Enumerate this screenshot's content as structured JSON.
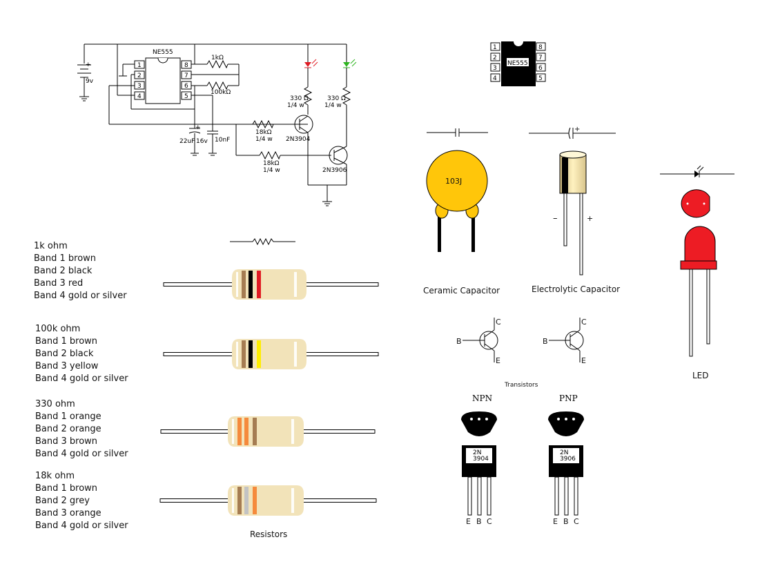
{
  "schematic": {
    "ic_label": "NE555",
    "pins_left": [
      "1",
      "2",
      "3",
      "4"
    ],
    "pins_right": [
      "8",
      "7",
      "6",
      "5"
    ],
    "battery": "9v",
    "plus": "+",
    "r_1k": "1kΩ",
    "r_100k": "100kΩ",
    "r_330_a": "330 Ω",
    "r_330_a2": "1/4 w",
    "r_330_b": "330 Ω",
    "r_330_b2": "1/4 w",
    "r_18k_a": "18kΩ",
    "r_18k_a2": "1/4 w",
    "r_18k_b": "18kΩ",
    "r_18k_b2": "1/4 w",
    "q_npn": "2N3904",
    "q_pnp": "2N3906",
    "c_22": "22uF",
    "c_16": "16v",
    "c_10n": "10nF",
    "led_colors": {
      "red": "#e01b24",
      "green": "#2db51f"
    }
  },
  "ic_part": {
    "label": "NE555",
    "pins_left": [
      "1",
      "2",
      "3",
      "4"
    ],
    "pins_right": [
      "8",
      "7",
      "6",
      "5"
    ]
  },
  "resistors": [
    {
      "lines": [
        "1k ohm",
        "Band 1 brown",
        "Band 2 black",
        "Band 3 red",
        "Band 4 gold or silver"
      ],
      "bands": [
        "#a57c52",
        "#000000",
        "#e01b24"
      ]
    },
    {
      "lines": [
        "100k ohm",
        "Band 1 brown",
        "Band 2 black",
        "Band 3 yellow",
        "Band 4 gold or silver"
      ],
      "bands": [
        "#a57c52",
        "#000000",
        "#ffee00"
      ]
    },
    {
      "lines": [
        "330 ohm",
        "Band 1 orange",
        "Band 2 orange",
        "Band 3 brown",
        "Band 4 gold or silver"
      ],
      "bands": [
        "#f58a3c",
        "#f58a3c",
        "#a57c52"
      ]
    },
    {
      "lines": [
        "18k ohm",
        "Band 1 brown",
        "Band 2  grey",
        "Band 3 orange",
        "Band 4 gold or silver"
      ],
      "bands": [
        "#a57c52",
        "#c3c3c3",
        "#f58a3c"
      ]
    }
  ],
  "resistors_caption": "Resistors",
  "ceramic": {
    "marking": "103J",
    "caption": "Ceramic Capacitor",
    "color": "#ffc60a"
  },
  "electrolytic": {
    "caption": "Electrolytic Capacitor",
    "plus": "+",
    "minus": "–",
    "sym_plus": "+"
  },
  "led": {
    "caption": "LED",
    "color": "#ed1c24"
  },
  "transistors": {
    "caption": "Transistors",
    "npn_sym": {
      "b": "B",
      "c": "C",
      "e": "E"
    },
    "pnp_sym": {
      "b": "B",
      "c": "C",
      "e": "E"
    },
    "npn": {
      "name": "NPN",
      "l1": "2N",
      "l2": "3904",
      "legs": [
        "E",
        "B",
        "C"
      ]
    },
    "pnp": {
      "name": "PNP",
      "l1": "2N",
      "l2": "3906",
      "legs": [
        "E",
        "B",
        "C"
      ]
    }
  }
}
